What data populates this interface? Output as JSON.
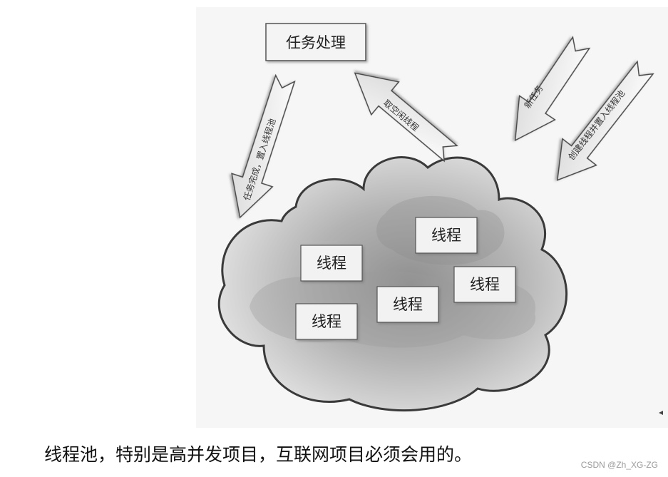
{
  "diagram": {
    "task_box": "任务处理",
    "threads": [
      "线程",
      "线程",
      "线程",
      "线程",
      "线程"
    ],
    "arrows": {
      "complete": "任务完成，置入线程池",
      "idle": "取空闲线程",
      "new_task": "新任务",
      "create": "创建线程并置入线程池"
    }
  },
  "caption": "线程池，特别是高并发项目，互联网项目必须会用的。",
  "watermark": "CSDN @Zh_XG-ZG"
}
